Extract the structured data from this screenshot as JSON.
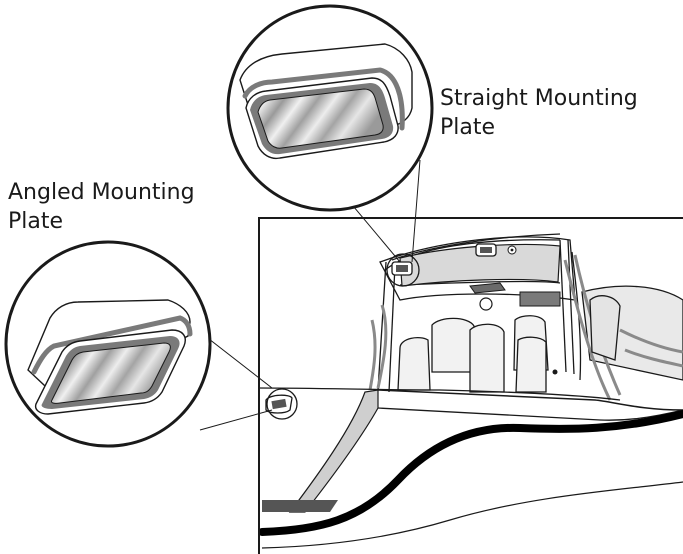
{
  "labels": {
    "straight": {
      "line1": "Straight Mounting",
      "line2": "Plate"
    },
    "angled": {
      "line1": "Angled Mounting",
      "line2": "Plate"
    }
  },
  "colors": {
    "outline": "#1a1a1a",
    "gasket": "#7a7a7a",
    "lens_dark": "#8c8c8c",
    "lens_light": "#ececec",
    "hull_stripe": "#000000",
    "seat": "#f2f2f2"
  }
}
